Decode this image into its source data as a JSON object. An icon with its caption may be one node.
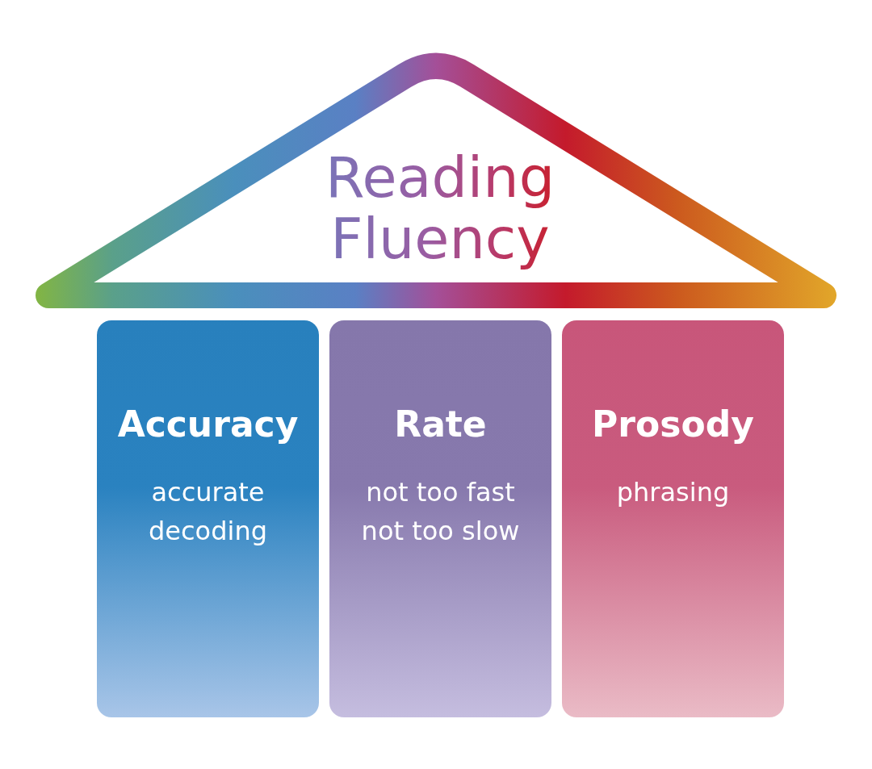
{
  "diagram": {
    "nodes": [
      {
        "text": [
          "Reading Fluency"
        ]
      },
      {
        "text": [
          "Accuracy",
          "accurate decoding"
        ]
      },
      {
        "text": [
          "Rate",
          "not too fast not too slow"
        ]
      },
      {
        "text": [
          "Prosody",
          "phrasing"
        ]
      }
    ]
  }
}
